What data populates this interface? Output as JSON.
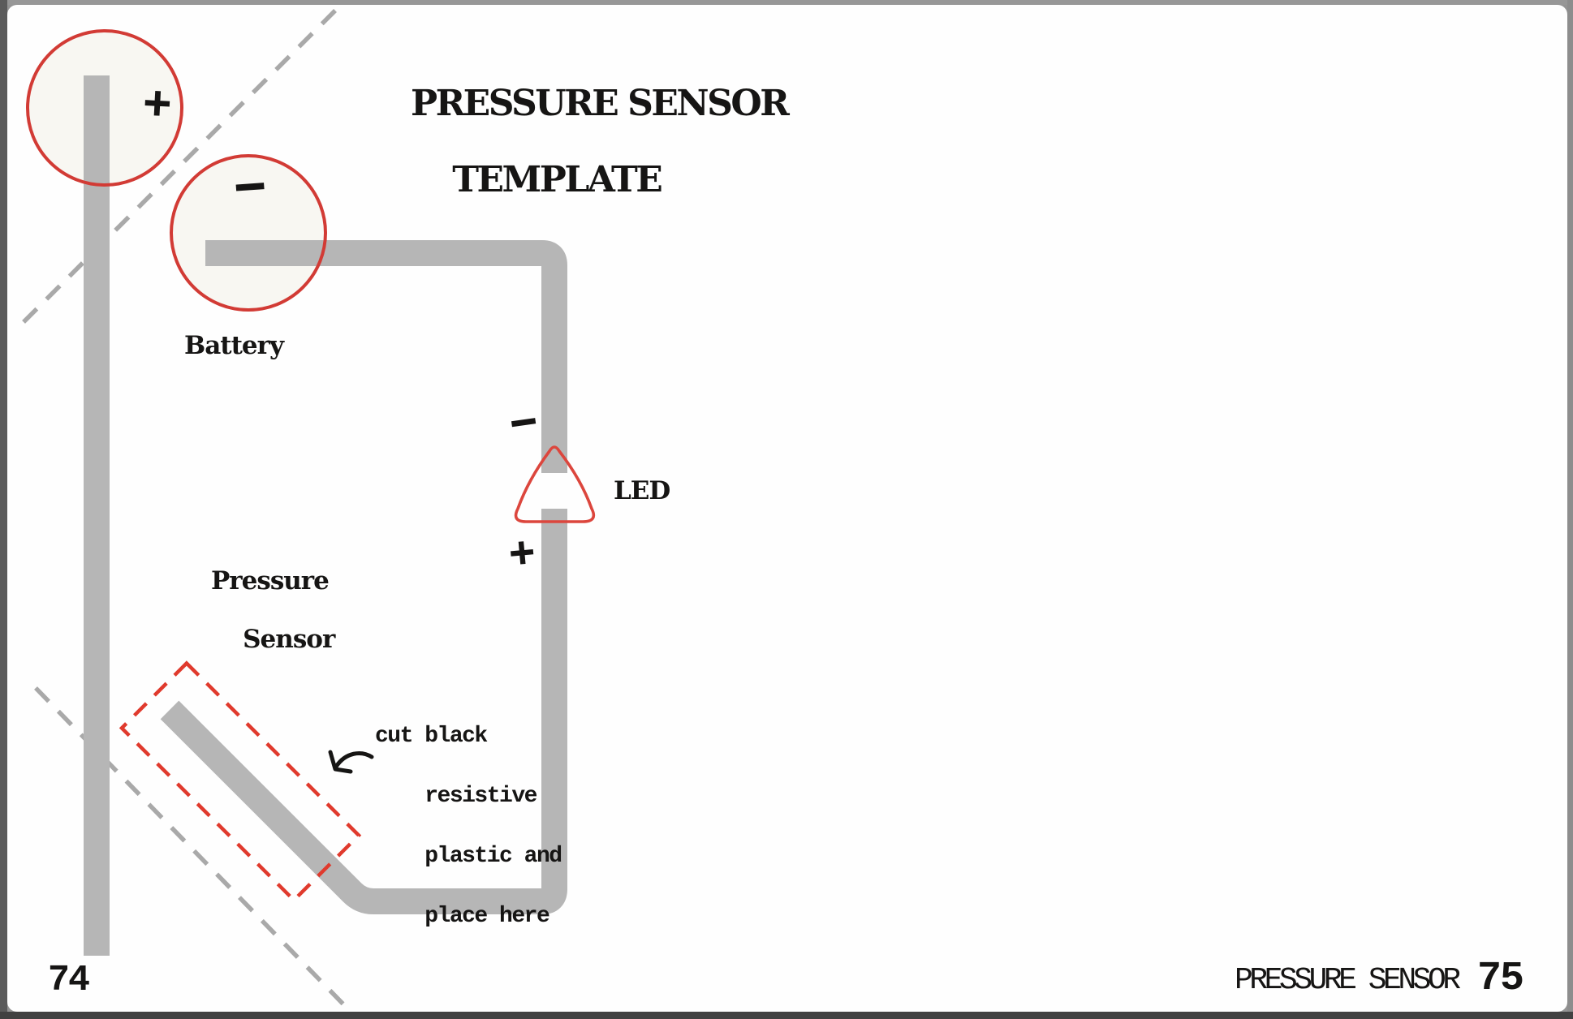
{
  "colors": {
    "page_background": "#fefefe",
    "frame_background": "#949494",
    "frame_top": "#979797",
    "frame_left": "#5b5b5b",
    "frame_bottom": "#414141",
    "frame_right": "#8d8d8d",
    "bar_gray": "#b6b6b6",
    "dashed_gray": "#a9a9a9",
    "circle_red": "#d23b35",
    "led_red": "#dc463d",
    "dashed_red": "#e03a2d",
    "circle_fill": "#f8f7f2",
    "ink": "#161514"
  },
  "title": {
    "line1": "PRESSURE SENSOR",
    "line2": "TEMPLATE"
  },
  "battery": {
    "label": "Battery",
    "plus_sign": "+",
    "minus_sign": "−"
  },
  "led": {
    "label": "LED",
    "plus_sign": "+",
    "minus_sign": "−"
  },
  "pressure_sensor": {
    "line1": "Pressure",
    "line2": "Sensor"
  },
  "annotation": {
    "line1": "cut black",
    "line2": "resistive",
    "line3": "plastic and",
    "line4": "place here"
  },
  "footer": {
    "left_page_number": "74",
    "right_label": "PRESSURE SENSOR",
    "right_page_number": "75"
  }
}
